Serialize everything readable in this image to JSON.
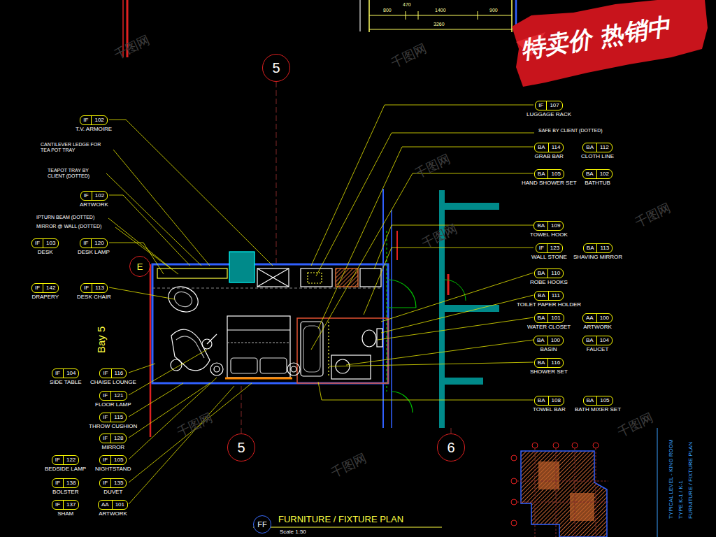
{
  "diagram": {
    "title": "FURNITURE / FIXTURE PLAN",
    "nodes": [
      {
        "text": [
          "5"
        ]
      },
      {
        "text": [
          "IF",
          "102",
          "T.V. ARMOIRE"
        ]
      },
      {
        "text": [
          "IF",
          "102",
          "ARTWORK"
        ]
      },
      {
        "text": [
          "IF",
          "103",
          "DESK"
        ]
      },
      {
        "text": [
          "IF",
          "120",
          "DESK LAMP"
        ]
      },
      {
        "text": [
          "IF",
          "142",
          "DRAPERY"
        ]
      },
      {
        "text": [
          "IF",
          "113",
          "DESK CHAIR"
        ]
      },
      {
        "text": [
          "E"
        ]
      },
      {
        "text": [
          "IF",
          "104",
          "SIDE TABLE"
        ]
      },
      {
        "text": [
          "IF",
          "116",
          "CHAISE LOUNGE"
        ]
      },
      {
        "text": [
          "IF",
          "121",
          "FLOOR LAMP"
        ]
      },
      {
        "text": [
          "IF",
          "115",
          "THROW CUSHION"
        ]
      },
      {
        "text": [
          "IF",
          "128",
          "MIRROR"
        ]
      },
      {
        "text": [
          "IF",
          "122",
          "BEDSIDE LAMP"
        ]
      },
      {
        "text": [
          "IF",
          "105",
          "NIGHTSTAND"
        ]
      },
      {
        "text": [
          "IF",
          "138",
          "BOLSTER"
        ]
      },
      {
        "text": [
          "IF",
          "135",
          "DUVET"
        ]
      },
      {
        "text": [
          "IF",
          "137",
          "SHAM"
        ]
      },
      {
        "text": [
          "AA",
          "101",
          "ARTWORK"
        ]
      },
      {
        "text": [
          "IF",
          "107",
          "LUGGAGE RACK"
        ]
      },
      {
        "text": [
          "BA",
          "114",
          "GRAB BAR"
        ]
      },
      {
        "text": [
          "BA",
          "112",
          "CLOTH LINE"
        ]
      },
      {
        "text": [
          "BA",
          "105",
          "HAND SHOWER SET"
        ]
      },
      {
        "text": [
          "BA",
          "102",
          "BATHTUB"
        ]
      },
      {
        "text": [
          "BA",
          "109",
          "TOWEL HOOK"
        ]
      },
      {
        "text": [
          "IF",
          "123",
          "WALL STONE"
        ]
      },
      {
        "text": [
          "BA",
          "113",
          "SHAVING MIRROR"
        ]
      },
      {
        "text": [
          "BA",
          "110",
          "ROBE HOOKS"
        ]
      },
      {
        "text": [
          "BA",
          "111",
          "TOILET PAPER HOLDER"
        ]
      },
      {
        "text": [
          "BA",
          "101",
          "WATER CLOSET"
        ]
      },
      {
        "text": [
          "AA",
          "100",
          "ARTWORK"
        ]
      },
      {
        "text": [
          "BA",
          "100",
          "BASIN"
        ]
      },
      {
        "text": [
          "BA",
          "104",
          "FAUCET"
        ]
      },
      {
        "text": [
          "BA",
          "116",
          "SHOWER SET"
        ]
      },
      {
        "text": [
          "BA",
          "108",
          "TOWEL BAR"
        ]
      },
      {
        "text": [
          "BA",
          "105",
          "BATH MIXER SET"
        ]
      },
      {
        "text": [
          "5"
        ]
      },
      {
        "text": [
          "6"
        ]
      },
      {
        "text": [
          "FF"
        ]
      }
    ],
    "labels": [
      "CANTILEVER LEDGE FOR TEA POT TRAY",
      "TEAPOT TRAY BY CLIENT (DOTTED)",
      "IPTURN BEAM (DOTTED)",
      "MIRROR @ WALL (DOTTED)",
      "SAFE BY CLIENT (DOTTED)",
      "Bay 5",
      "800",
      "470",
      "1400",
      "900",
      "3260",
      "Scale 1:50",
      "TYPICAL LEVEL - KING ROOM",
      "TYPE K-1 / K-1",
      "FURNITURE / FIXTURE PLAN",
      "特卖价 热销中",
      "千图网",
      "千图网",
      "千图网",
      "千图网",
      "千图网",
      "千图网",
      "千图网",
      "千图网"
    ]
  }
}
